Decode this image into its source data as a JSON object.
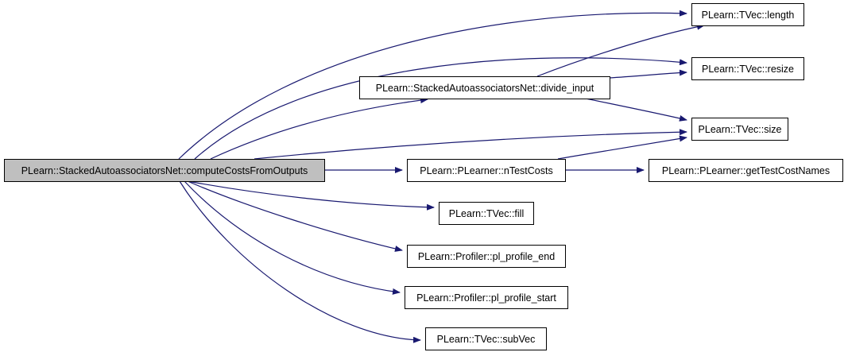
{
  "diagram": {
    "colors": {
      "edge": "#191970",
      "root_fill": "#bfbfbf",
      "node_fill": "#ffffff",
      "border": "#000000"
    },
    "nodes": [
      {
        "id": "root",
        "label": "PLearn::StackedAutoassociatorsNet::computeCostsFromOutputs",
        "root": true
      },
      {
        "id": "divide",
        "label": "PLearn::StackedAutoassociatorsNet::divide_input"
      },
      {
        "id": "ntest",
        "label": "PLearn::PLearner::nTestCosts"
      },
      {
        "id": "length",
        "label": "PLearn::TVec::length"
      },
      {
        "id": "resize",
        "label": "PLearn::TVec::resize"
      },
      {
        "id": "size",
        "label": "PLearn::TVec::size"
      },
      {
        "id": "gtcn",
        "label": "PLearn::PLearner::getTestCostNames"
      },
      {
        "id": "fill",
        "label": "PLearn::TVec::fill"
      },
      {
        "id": "pend",
        "label": "PLearn::Profiler::pl_profile_end"
      },
      {
        "id": "pstart",
        "label": "PLearn::Profiler::pl_profile_start"
      },
      {
        "id": "subvec",
        "label": "PLearn::TVec::subVec"
      }
    ],
    "edges": [
      {
        "from": "root",
        "to": "length"
      },
      {
        "from": "root",
        "to": "resize"
      },
      {
        "from": "root",
        "to": "divide"
      },
      {
        "from": "root",
        "to": "size"
      },
      {
        "from": "root",
        "to": "ntest"
      },
      {
        "from": "root",
        "to": "fill"
      },
      {
        "from": "root",
        "to": "pend"
      },
      {
        "from": "root",
        "to": "pstart"
      },
      {
        "from": "root",
        "to": "subvec"
      },
      {
        "from": "divide",
        "to": "length"
      },
      {
        "from": "divide",
        "to": "resize"
      },
      {
        "from": "divide",
        "to": "size"
      },
      {
        "from": "ntest",
        "to": "size"
      },
      {
        "from": "ntest",
        "to": "gtcn"
      }
    ]
  }
}
